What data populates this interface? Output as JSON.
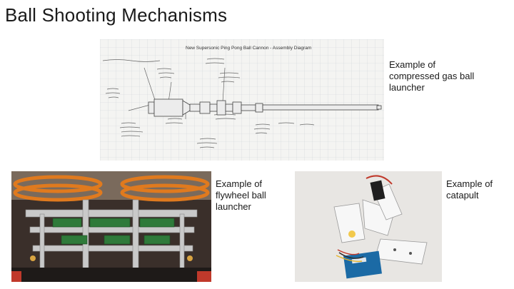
{
  "slide": {
    "title": "Ball Shooting Mechanisms",
    "images": {
      "gas_launcher": {
        "caption_lines": [
          "Example of",
          "compressed gas ball",
          "launcher"
        ],
        "diagram_heading": "New Supersonic Ping Pong Ball Cannon - Assembly Diagram"
      },
      "flywheel_launcher": {
        "caption_lines": [
          "Example of",
          "flywheel ball",
          "launcher"
        ]
      },
      "catapult": {
        "caption_lines": [
          "Example of",
          "catapult"
        ]
      }
    }
  }
}
